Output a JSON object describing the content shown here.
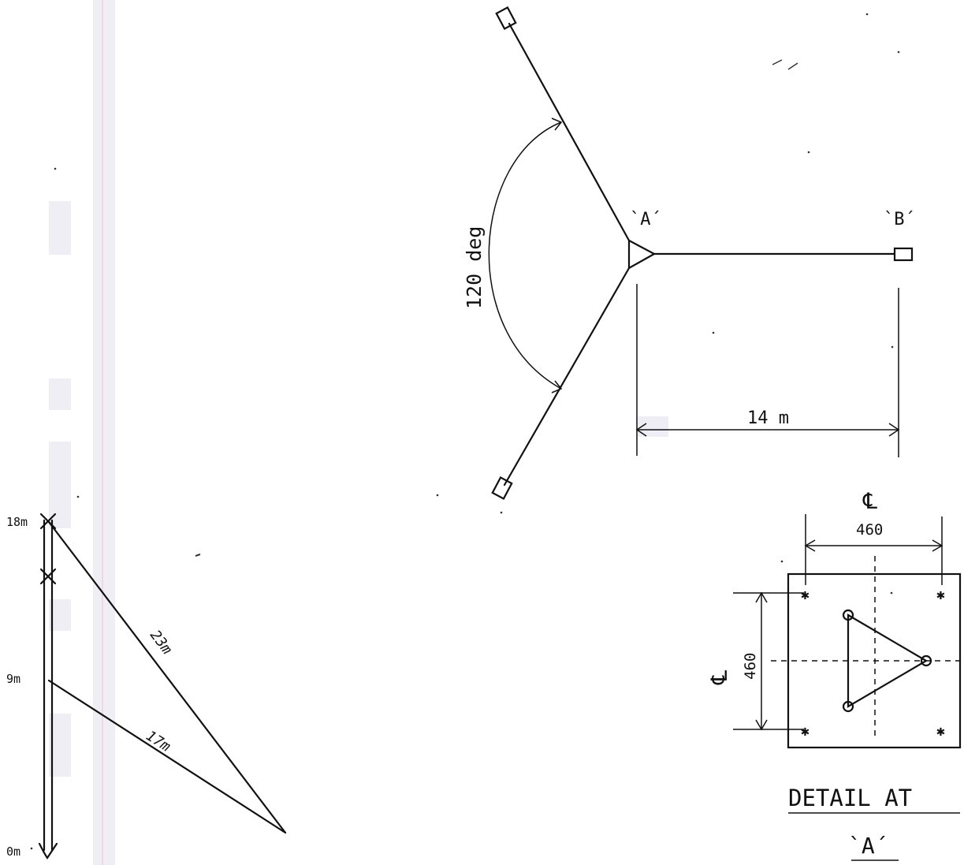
{
  "colors": {
    "ink": "#111111",
    "paper": "#ffffff",
    "margin_line": "#f3c6e2",
    "scan_shade": "#eeeef4"
  },
  "plan": {
    "angle_label": "120 deg",
    "point_a_label": "`A´",
    "point_b_label": "`B´",
    "dimension_label": "14 m"
  },
  "elevation": {
    "height_top": "18m",
    "height_mid": "9m",
    "height_base": "0m",
    "guy_upper_length": "23m",
    "guy_lower_length": "17m"
  },
  "detail": {
    "centerline_top": "℄",
    "width_dim": "460",
    "centerline_left": "℄",
    "height_dim": "460",
    "title_line1": "DETAIL AT",
    "title_line2": "`A´"
  }
}
